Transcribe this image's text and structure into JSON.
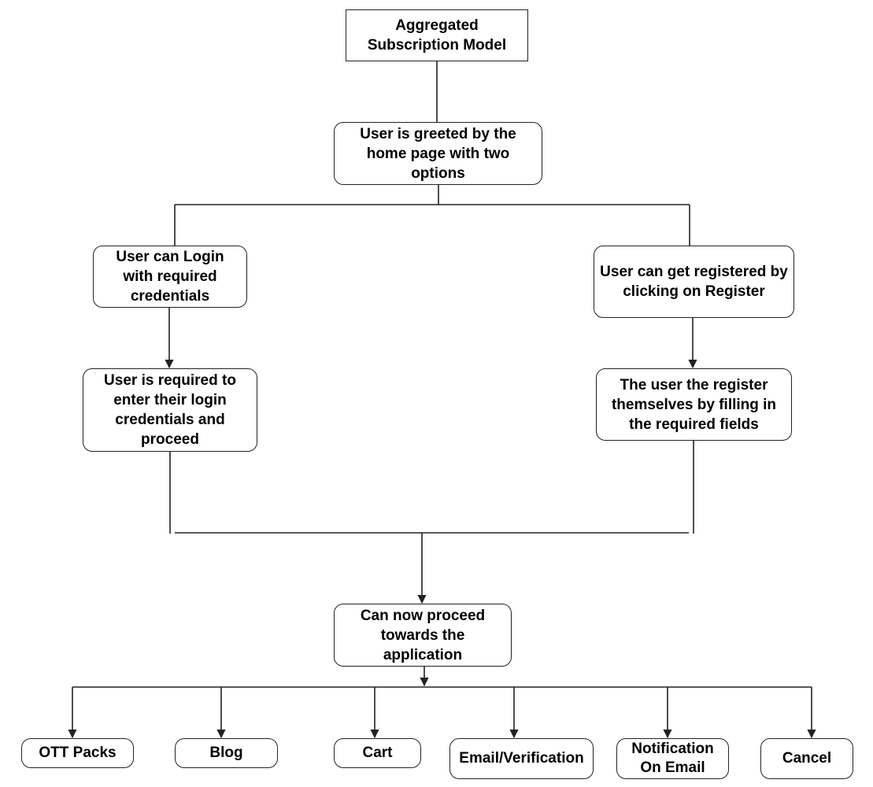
{
  "diagram": {
    "nodes": {
      "root": {
        "label": "Aggregated Subscription Model"
      },
      "home": {
        "label": "User is greeted by the home page with two options"
      },
      "login": {
        "label": "User can Login with required credentials"
      },
      "register": {
        "label": "User can get registered by clicking on Register"
      },
      "login_enter": {
        "label": "User is required to enter their login credentials and proceed"
      },
      "register_fill": {
        "label": "The user the register themselves by filling in the required fields"
      },
      "proceed": {
        "label": "Can now proceed towards the application"
      }
    },
    "options": [
      {
        "label": "OTT Packs"
      },
      {
        "label": "Blog"
      },
      {
        "label": "Cart"
      },
      {
        "label": "Email/Verification"
      },
      {
        "label": "Notification On Email"
      },
      {
        "label": "Cancel"
      }
    ]
  }
}
